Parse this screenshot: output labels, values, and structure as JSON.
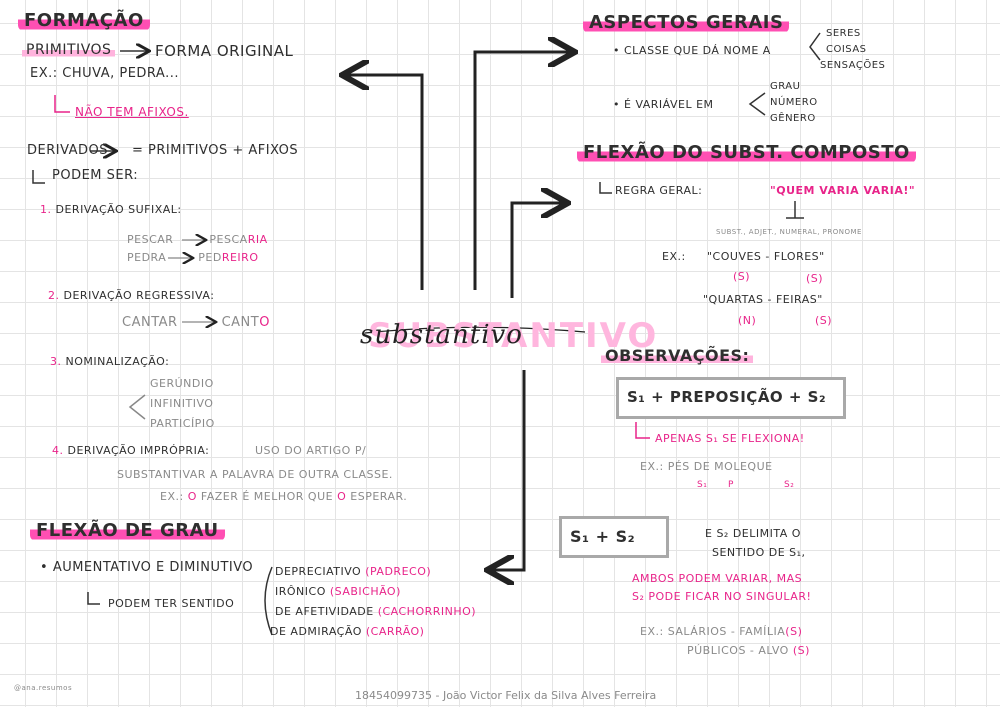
{
  "center": {
    "title": "SUBSTANTIVO",
    "script": "substantivo"
  },
  "formacao": {
    "heading": "FORMAÇÃO",
    "primitivos": "PRIMITIVOS",
    "primitivos_def": "FORMA ORIGINAL",
    "primitivos_ex": "EX.: CHUVA, PEDRA...",
    "primitivos_note": "NÃO TEM AFIXOS.",
    "derivados": "DERIVADOS",
    "derivados_def": "= PRIMITIVOS + AFIXOS",
    "podem_ser": "PODEM SER:",
    "d1_num": "1.",
    "d1": "DERIVAÇÃO SUFIXAL:",
    "d1_ex1_a": "PESCAR",
    "d1_ex1_b": "PESCA",
    "d1_ex1_suf": "RIA",
    "d1_ex2_a": "PEDRA",
    "d1_ex2_b": "PED",
    "d1_ex2_suf": "REIRO",
    "d2_num": "2.",
    "d2": "DERIVAÇÃO REGRESSIVA:",
    "d2_ex_a": "CANTAR",
    "d2_ex_b": "CANT",
    "d2_ex_suf": "O",
    "d3_num": "3.",
    "d3": "NOMINALIZAÇÃO:",
    "d3_items": [
      "GERÚNDIO",
      "INFINITIVO",
      "PARTICÍPIO"
    ],
    "d4_num": "4.",
    "d4": "DERIVAÇÃO IMPRÓPRIA:",
    "d4_def1": "USO DO ARTIGO P/",
    "d4_def2": "SUBSTANTIVAR A PALAVRA DE OUTRA CLASSE.",
    "d4_ex_pre": "EX.:",
    "d4_ex_o1": "O",
    "d4_ex_mid": "FAZER É MELHOR QUE",
    "d4_ex_o2": "O",
    "d4_ex_end": "ESPERAR."
  },
  "flexao_grau": {
    "heading": "FLEXÃO DE GRAU",
    "item": "AUMENTATIVO E DIMINUTIVO",
    "podem": "PODEM TER SENTIDO",
    "sentidos": [
      {
        "label": "DEPRECIATIVO",
        "ex": "(PADRECO)"
      },
      {
        "label": "IRÔNICO",
        "ex": "(SABICHÃO)"
      },
      {
        "label": "DE AFETIVIDADE",
        "ex": "(CACHORRINHO)"
      },
      {
        "label": "DE ADMIRAÇÃO",
        "ex": "(CARRÃO)"
      }
    ]
  },
  "aspectos": {
    "heading": "ASPECTOS GERAIS",
    "classe": "CLASSE QUE DÁ NOME A",
    "classe_items": [
      "SERES",
      "COISAS",
      "SENSAÇÕES"
    ],
    "variavel": "É VARIÁVEL EM",
    "variavel_items": [
      "GRAU",
      "NÚMERO",
      "GÊNERO"
    ]
  },
  "composto": {
    "heading": "FLEXÃO DO SUBST. COMPOSTO",
    "regra": "REGRA GERAL:",
    "regra_val": "\"QUEM VARIA VARIA!\"",
    "classes": "SUBST., ADJET., NUMERAL, PRONOME",
    "ex": "EX.:",
    "ex1": "\"COUVES - FLORES\"",
    "ex1_marks": [
      "(S)",
      "(S)"
    ],
    "ex2": "\"QUARTAS - FEIRAS\"",
    "ex2_marks": [
      "(N)",
      "(S)"
    ]
  },
  "observacoes": {
    "heading": "OBSERVAÇÕES:",
    "formula1": "S₁ + PREPOSIÇÃO + S₂",
    "note1": "APENAS S₁ SE FLEXIONA!",
    "ex1_pre": "EX.:",
    "ex1": "PÉS DE MOLEQUE",
    "ex1_marks": [
      "S₁",
      "P",
      "S₂"
    ],
    "formula2": "S₁ + S₂",
    "note2a": "E S₂ DELIMITA O",
    "note2b": "SENTIDO DE S₁,",
    "note2c": "AMBOS PODEM VARIAR, MAS",
    "note2d": "S₂ PODE FICAR NO SINGULAR!",
    "ex2_pre": "EX.:",
    "ex2a": "SALÁRIOS - FAMÍLIA",
    "ex2a_s": "(S)",
    "ex2b": "PÚBLICOS - ALVO",
    "ex2b_s": "(S)"
  },
  "footer": {
    "credit": "18454099735 - João Victor Felix da Silva Alves Ferreira",
    "watermark": "@ana.resumos"
  }
}
